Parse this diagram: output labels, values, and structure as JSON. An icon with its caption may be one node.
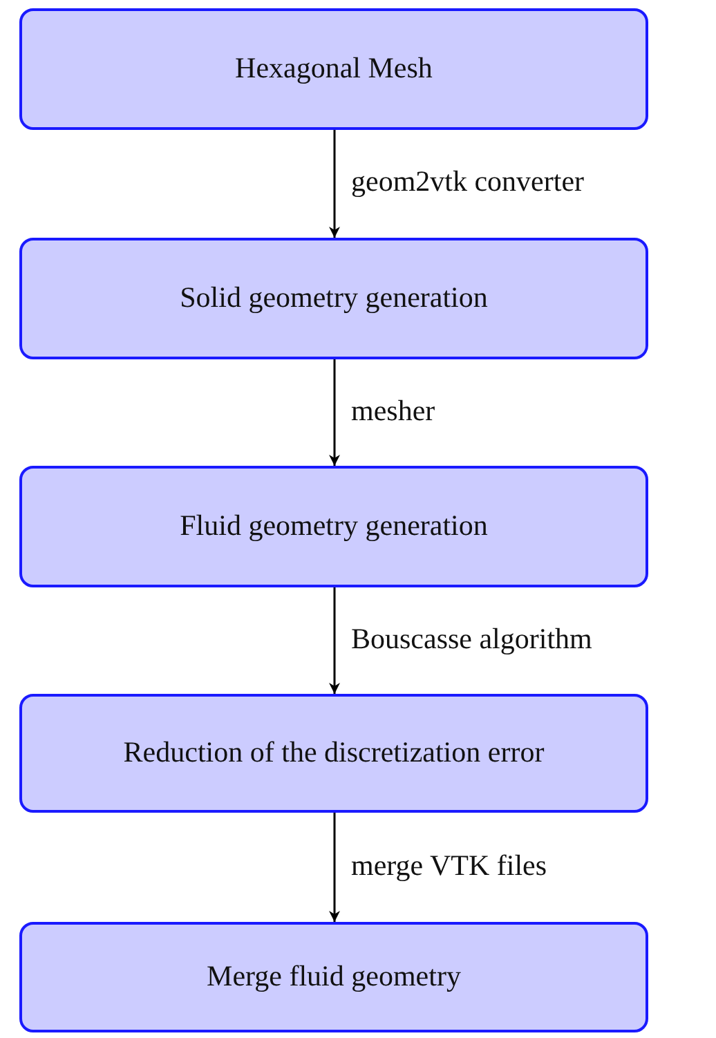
{
  "diagram": {
    "nodes": [
      {
        "text": [
          "Hexagonal Mesh"
        ]
      },
      {
        "text": [
          "Solid geometry generation"
        ]
      },
      {
        "text": [
          "Fluid geometry generation"
        ]
      },
      {
        "text": [
          "Reduction of the discretization error"
        ]
      },
      {
        "text": [
          "Merge fluid geometry"
        ]
      }
    ],
    "edges": [
      {
        "from": 0,
        "to": 1,
        "arrow": "to",
        "label": "geom2vtk converter"
      },
      {
        "from": 1,
        "to": 2,
        "arrow": "to",
        "label": "mesher"
      },
      {
        "from": 2,
        "to": 3,
        "arrow": "to",
        "label": "Bouscasse algorithm"
      },
      {
        "from": 3,
        "to": 4,
        "arrow": "to",
        "label": "merge VTK files"
      }
    ]
  }
}
